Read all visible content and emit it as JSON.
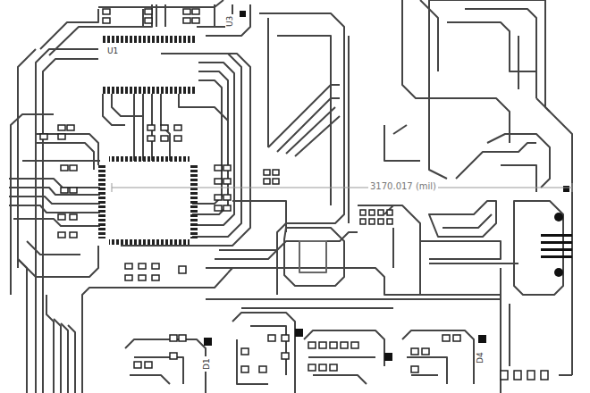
{
  "diagram": {
    "labels": [
      "U1",
      "U3",
      "3170.017 (mil)",
      "D1",
      "D4"
    ]
  }
}
